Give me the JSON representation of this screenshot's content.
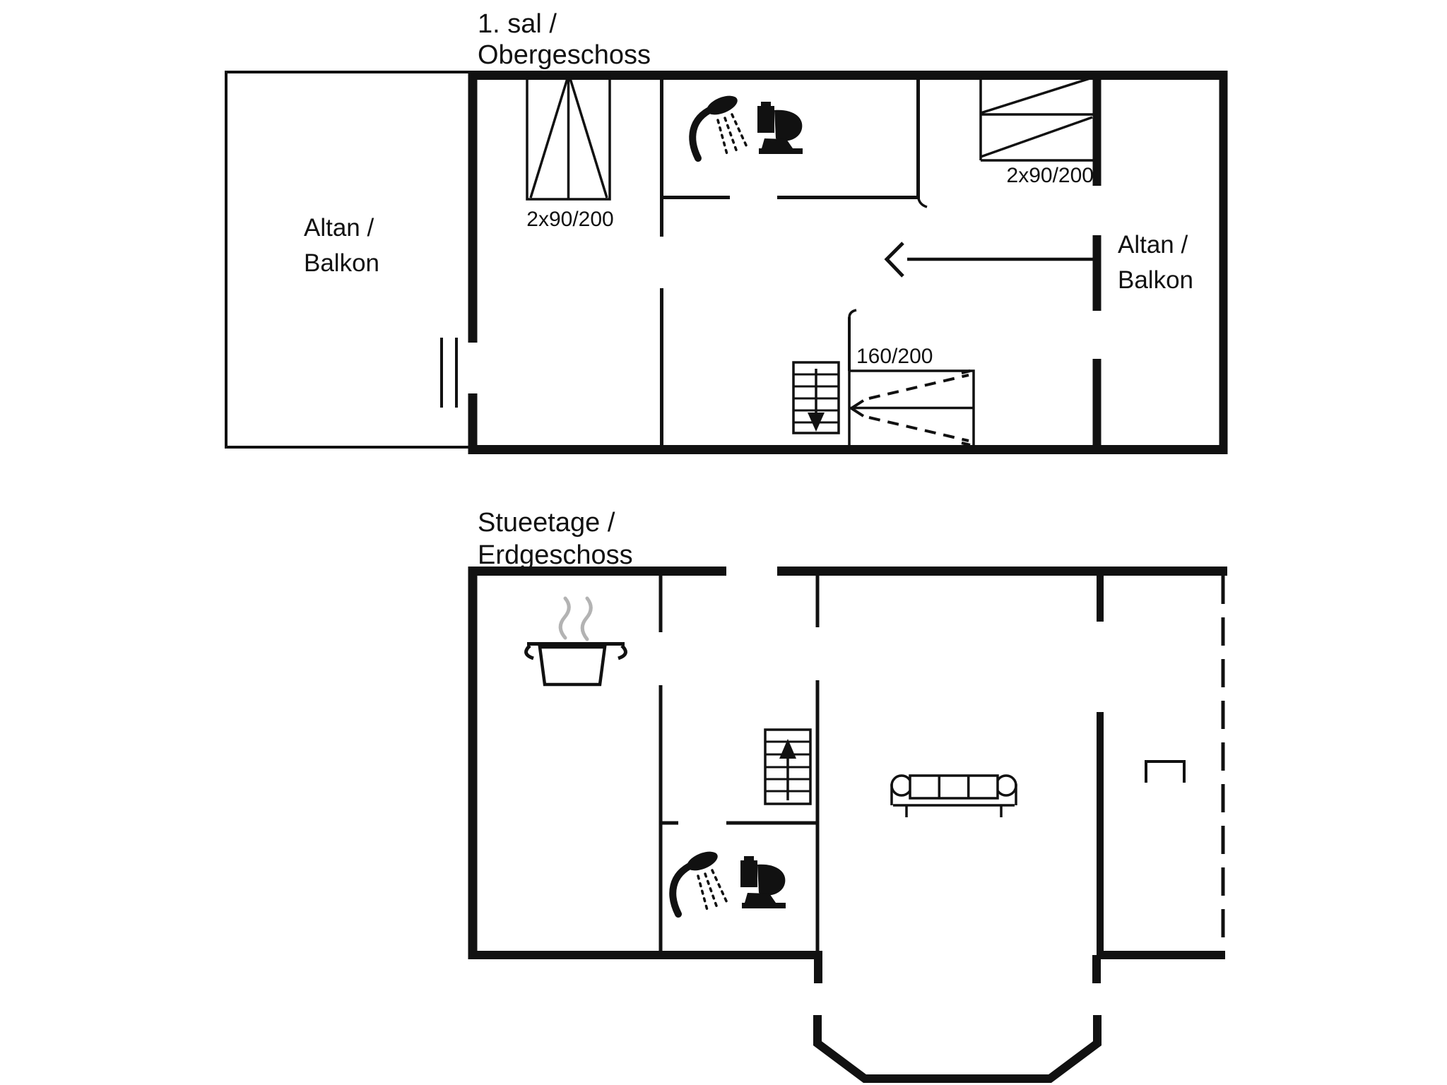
{
  "colors": {
    "ink": "#111111",
    "steam": "#b3b3b3",
    "background": "#ffffff"
  },
  "upper_floor": {
    "title": {
      "line1": "1. sal /",
      "line2": "Obergeschoss"
    },
    "left_balcony_label": {
      "line1": "Altan /",
      "line2": "Balkon"
    },
    "right_balcony_label": {
      "line1": "Altan /",
      "line2": "Balkon"
    },
    "twin_beds_dimension": "2x90/200",
    "bunk_bed_dimension": "2x90/200",
    "double_bed_dimension": "160/200",
    "icons": [
      "twin-beds-icon",
      "bunk-bed-icon",
      "double-bed-icon",
      "shower-icon",
      "toilet-icon",
      "stairs-down-icon",
      "balcony-door-icon",
      "door-swing-arrow-icon"
    ]
  },
  "ground_floor": {
    "title": {
      "line1": "Stueetage /",
      "line2": "Erdgeschoss"
    },
    "icons": [
      "cooking-pot-icon",
      "steam-icon",
      "stairs-up-icon",
      "shower-icon",
      "toilet-icon",
      "sofa-icon",
      "terrace-bench-icon",
      "bay-window-icon"
    ]
  }
}
